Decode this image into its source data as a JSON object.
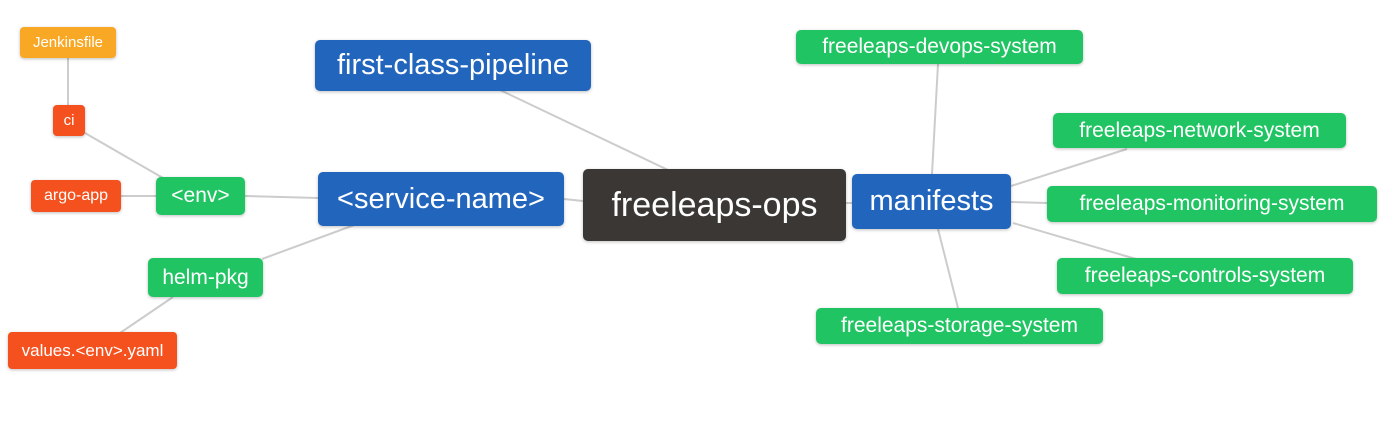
{
  "diagram": {
    "type": "mindmap",
    "root": "freeleaps-ops",
    "edge_color": "#CCCCCC",
    "background_color": "#FFFFFF",
    "palette": {
      "orange": "#F9A825",
      "red": "#F4511E",
      "green": "#21C463",
      "blue": "#2265BD",
      "dark": "#3B3735"
    },
    "nodes": {
      "jenkinsfile": {
        "label": "Jenkinsfile",
        "color": "#F9A825"
      },
      "ci": {
        "label": "ci",
        "color": "#F4511E"
      },
      "argo_app": {
        "label": "argo-app",
        "color": "#F4511E"
      },
      "env": {
        "label": "<env>",
        "color": "#21C463"
      },
      "helm_pkg": {
        "label": "helm-pkg",
        "color": "#21C463"
      },
      "values_env_yaml": {
        "label": "values.<env>.yaml",
        "color": "#F4511E"
      },
      "first_class_pipeline": {
        "label": "first-class-pipeline",
        "color": "#2265BD"
      },
      "service_name": {
        "label": "<service-name>",
        "color": "#2265BD"
      },
      "freeleaps_ops": {
        "label": "freeleaps-ops",
        "color": "#3B3735"
      },
      "manifests": {
        "label": "manifests",
        "color": "#2265BD"
      },
      "devops_system": {
        "label": "freeleaps-devops-system",
        "color": "#21C463"
      },
      "network_system": {
        "label": "freeleaps-network-system",
        "color": "#21C463"
      },
      "monitoring_system": {
        "label": "freeleaps-monitoring-system",
        "color": "#21C463"
      },
      "controls_system": {
        "label": "freeleaps-controls-system",
        "color": "#21C463"
      },
      "storage_system": {
        "label": "freeleaps-storage-system",
        "color": "#21C463"
      }
    },
    "edges": [
      {
        "from": "Jenkinsfile",
        "to": "ci"
      },
      {
        "from": "ci",
        "to": "<env>"
      },
      {
        "from": "argo-app",
        "to": "<env>"
      },
      {
        "from": "<env>",
        "to": "<service-name>"
      },
      {
        "from": "helm-pkg",
        "to": "<service-name>"
      },
      {
        "from": "values.<env>.yaml",
        "to": "helm-pkg"
      },
      {
        "from": "<service-name>",
        "to": "freeleaps-ops"
      },
      {
        "from": "first-class-pipeline",
        "to": "freeleaps-ops"
      },
      {
        "from": "freeleaps-ops",
        "to": "manifests"
      },
      {
        "from": "manifests",
        "to": "freeleaps-devops-system"
      },
      {
        "from": "manifests",
        "to": "freeleaps-network-system"
      },
      {
        "from": "manifests",
        "to": "freeleaps-monitoring-system"
      },
      {
        "from": "manifests",
        "to": "freeleaps-controls-system"
      },
      {
        "from": "manifests",
        "to": "freeleaps-storage-system"
      }
    ]
  }
}
